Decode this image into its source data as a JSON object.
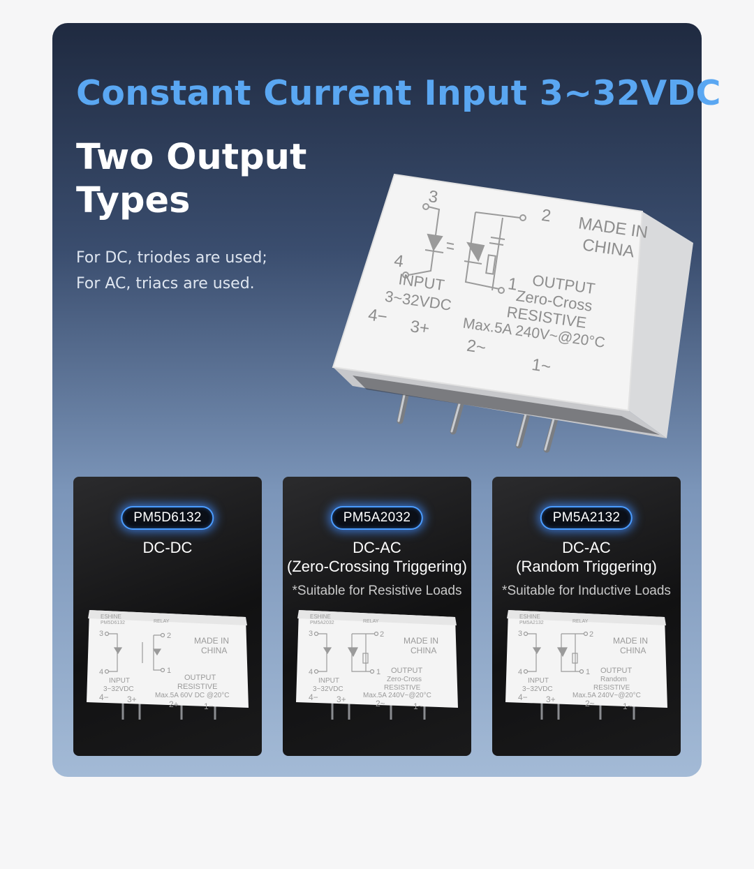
{
  "headline": "Constant Current Input 3~32VDC",
  "subheadline": "Two Output Types",
  "description": [
    "For DC, triodes are used;",
    "For AC, triacs are used."
  ],
  "hero_relay": {
    "pin3": "3",
    "pin4": "4",
    "pin2": "2",
    "pin1": "1",
    "made_in_1": "MADE IN",
    "made_in_2": "CHINA",
    "input_label": "INPUT",
    "input_voltage": "3~32VDC",
    "output_label": "OUTPUT",
    "output_type": "Zero-Cross",
    "output_load": "RESISTIVE",
    "rating": "Max.5A 240V~@20°C",
    "term_4": "4−",
    "term_3": "3+",
    "term_2": "2~",
    "term_1": "1~"
  },
  "cards": [
    {
      "model": "PM5D6132",
      "title_lines": [
        "DC-DC"
      ],
      "note": "",
      "relay": {
        "brand": "ESHINE",
        "model_small": "PM5D6132",
        "relay_text": "RELAY",
        "made_in_1": "MADE IN",
        "made_in_2": "CHINA",
        "input_label": "INPUT",
        "input_voltage": "3~32VDC",
        "output_label": "OUTPUT",
        "output_type": "",
        "output_load": "RESISTIVE",
        "rating": "Max.5A 60V DC @20°C",
        "term_4": "4−",
        "term_3": "3+",
        "term_2": "2+",
        "term_1": "1−"
      }
    },
    {
      "model": "PM5A2032",
      "title_lines": [
        "DC-AC",
        "(Zero-Crossing Triggering)"
      ],
      "note": "*Suitable for Resistive Loads",
      "relay": {
        "brand": "ESHINE",
        "model_small": "PM5A2032",
        "relay_text": "RELAY",
        "made_in_1": "MADE IN",
        "made_in_2": "CHINA",
        "input_label": "INPUT",
        "input_voltage": "3~32VDC",
        "output_label": "OUTPUT",
        "output_type": "Zero-Cross",
        "output_load": "RESISTIVE",
        "rating": "Max.5A 240V~@20°C",
        "term_4": "4−",
        "term_3": "3+",
        "term_2": "2~",
        "term_1": "1~"
      }
    },
    {
      "model": "PM5A2132",
      "title_lines": [
        "DC-AC",
        "(Random Triggering)"
      ],
      "note": "*Suitable for Inductive Loads",
      "relay": {
        "brand": "ESHINE",
        "model_small": "PM5A2132",
        "relay_text": "RELAY",
        "made_in_1": "MADE IN",
        "made_in_2": "CHINA",
        "input_label": "INPUT",
        "input_voltage": "3~32VDC",
        "output_label": "OUTPUT",
        "output_type": "Random",
        "output_load": "RESISTIVE",
        "rating": "Max.5A 240V~@20°C",
        "term_4": "4−",
        "term_3": "3+",
        "term_2": "2~",
        "term_1": "1~"
      }
    }
  ],
  "colors": {
    "headline": "#5aa7f2",
    "badge_glow": "#4a9cff",
    "relay_body": "#f4f4f4"
  }
}
